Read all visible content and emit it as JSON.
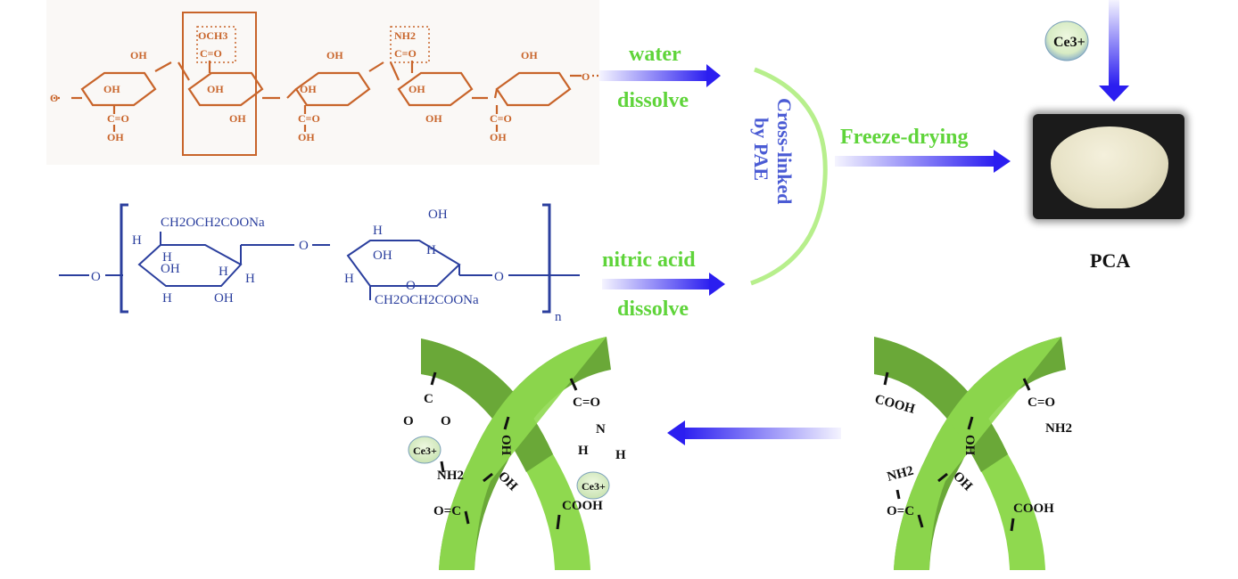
{
  "colors": {
    "pectin": "#c8642a",
    "cmc": "#2b3f9e",
    "label_green": "#5fd43a",
    "crosslink_text": "#4a5bd4",
    "arc": "#b7ef8c",
    "arrow_blue": "#2b1ef0",
    "ribbon_dark": "#6aa838",
    "ribbon_light": "#8fd94f"
  },
  "pectin": {
    "name": "pectin-structure",
    "highlighted_groups": [
      "OCH3",
      "C=O",
      "NH2",
      "C=O"
    ],
    "ring_labels": [
      "OH",
      "OH",
      "OH",
      "OH",
      "OH",
      "OH",
      "OH",
      "OH",
      "OH"
    ],
    "carboxyl_labels": [
      "C=O",
      "OH"
    ],
    "linker": "O"
  },
  "cmc": {
    "name": "carboxymethyl-cellulose-structure",
    "substituent": "CH2OCH2COONa",
    "ring_labels": [
      "H",
      "H",
      "OH",
      "H",
      "H",
      "OH",
      "H",
      "OH",
      "H",
      "H",
      "OH",
      "H"
    ],
    "linker": "O",
    "repeat_index": "n"
  },
  "steps": {
    "top_arrow": {
      "label_above": "water",
      "label_below": "dissolve"
    },
    "bottom_arrow": {
      "label_above": "nitric acid",
      "label_below": "dissolve"
    },
    "crosslink_line1": "Cross-linked",
    "crosslink_line2": "by PAE",
    "freeze_arrow": {
      "label": "Freeze-drying"
    },
    "ion": "Ce3+",
    "product_label": "PCA"
  },
  "network_before": {
    "groups": [
      "COOH",
      "C=O",
      "NH2",
      "OH",
      "OH",
      "NH2",
      "O=C",
      "COOH"
    ]
  },
  "network_after": {
    "groups": [
      "C",
      "O",
      "O",
      "Ce3+",
      "C=O",
      "N",
      "H",
      "H",
      "Ce3+",
      "OH",
      "OH",
      "NH2",
      "O=C",
      "COOH"
    ]
  }
}
